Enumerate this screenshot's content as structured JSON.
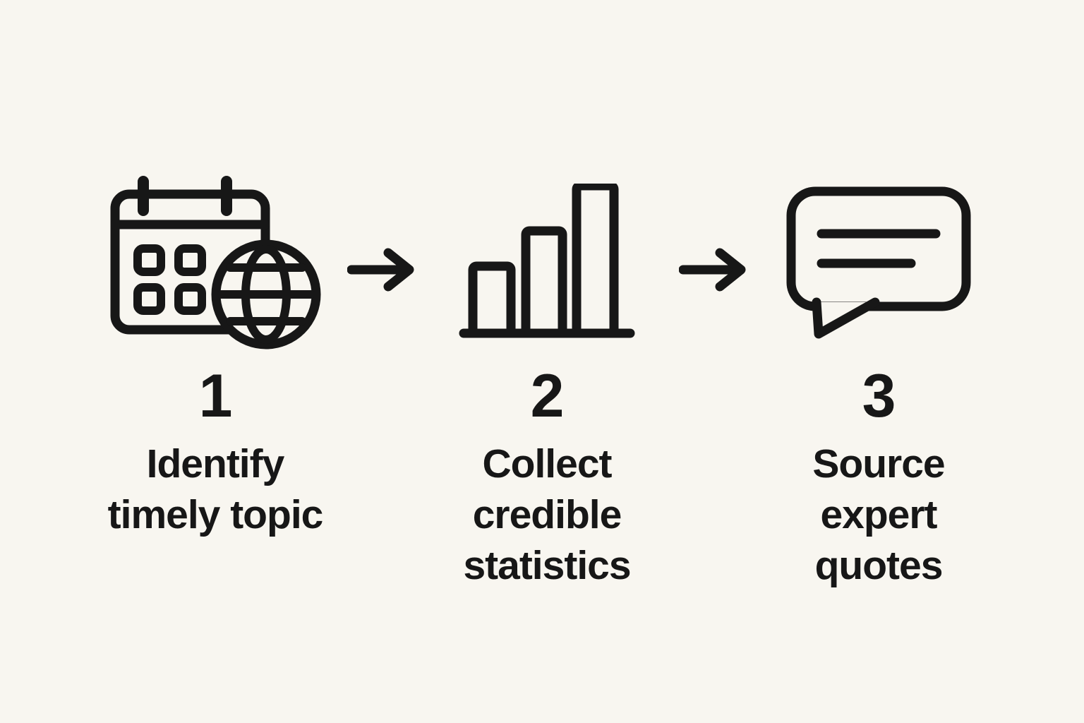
{
  "background_color": "#F8F6F0",
  "ink_color": "#171717",
  "diagram": {
    "type": "process-flow",
    "direction": "left-to-right",
    "steps": [
      {
        "number": "1",
        "label": "Identify timely topic",
        "label_lines": [
          "Identify",
          "timely topic"
        ],
        "icon": "calendar-globe-icon"
      },
      {
        "number": "2",
        "label": "Collect credible statistics",
        "label_lines": [
          "Collect",
          "credible",
          "statistics"
        ],
        "icon": "bar-chart-icon"
      },
      {
        "number": "3",
        "label": "Source expert quotes",
        "label_lines": [
          "Source",
          "expert",
          "quotes"
        ],
        "icon": "speech-bubble-icon"
      }
    ],
    "connectors": [
      {
        "icon": "right-arrow-icon"
      },
      {
        "icon": "right-arrow-icon"
      }
    ]
  }
}
